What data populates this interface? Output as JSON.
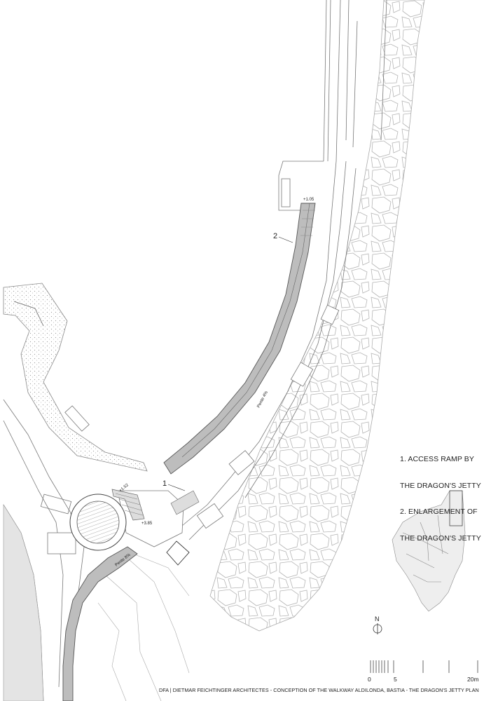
{
  "plan": {
    "callouts": {
      "one": "1",
      "two": "2"
    },
    "levels": {
      "top": "+1.05",
      "round": "+3.85",
      "small": "+1.52"
    },
    "slopes": {
      "ramp": "Pente 4%",
      "curve": "Pente 8%"
    }
  },
  "legend": {
    "lines": [
      "1. ACCESS RAMP BY",
      "THE DRAGON'S JETTY",
      "2. ENLARGEMENT OF",
      "THE DRAGON'S JETTY"
    ]
  },
  "north": {
    "label": "N"
  },
  "scale": {
    "zero": "0",
    "five": "5",
    "twenty": "20m"
  },
  "footer": {
    "caption": "DFA  |   DIETMAR FEICHTINGER ARCHITECTES - CONCEPTION OF THE WALKWAY ALDILONDA, BASTIA - THE DRAGON'S JETTY PLAN"
  }
}
